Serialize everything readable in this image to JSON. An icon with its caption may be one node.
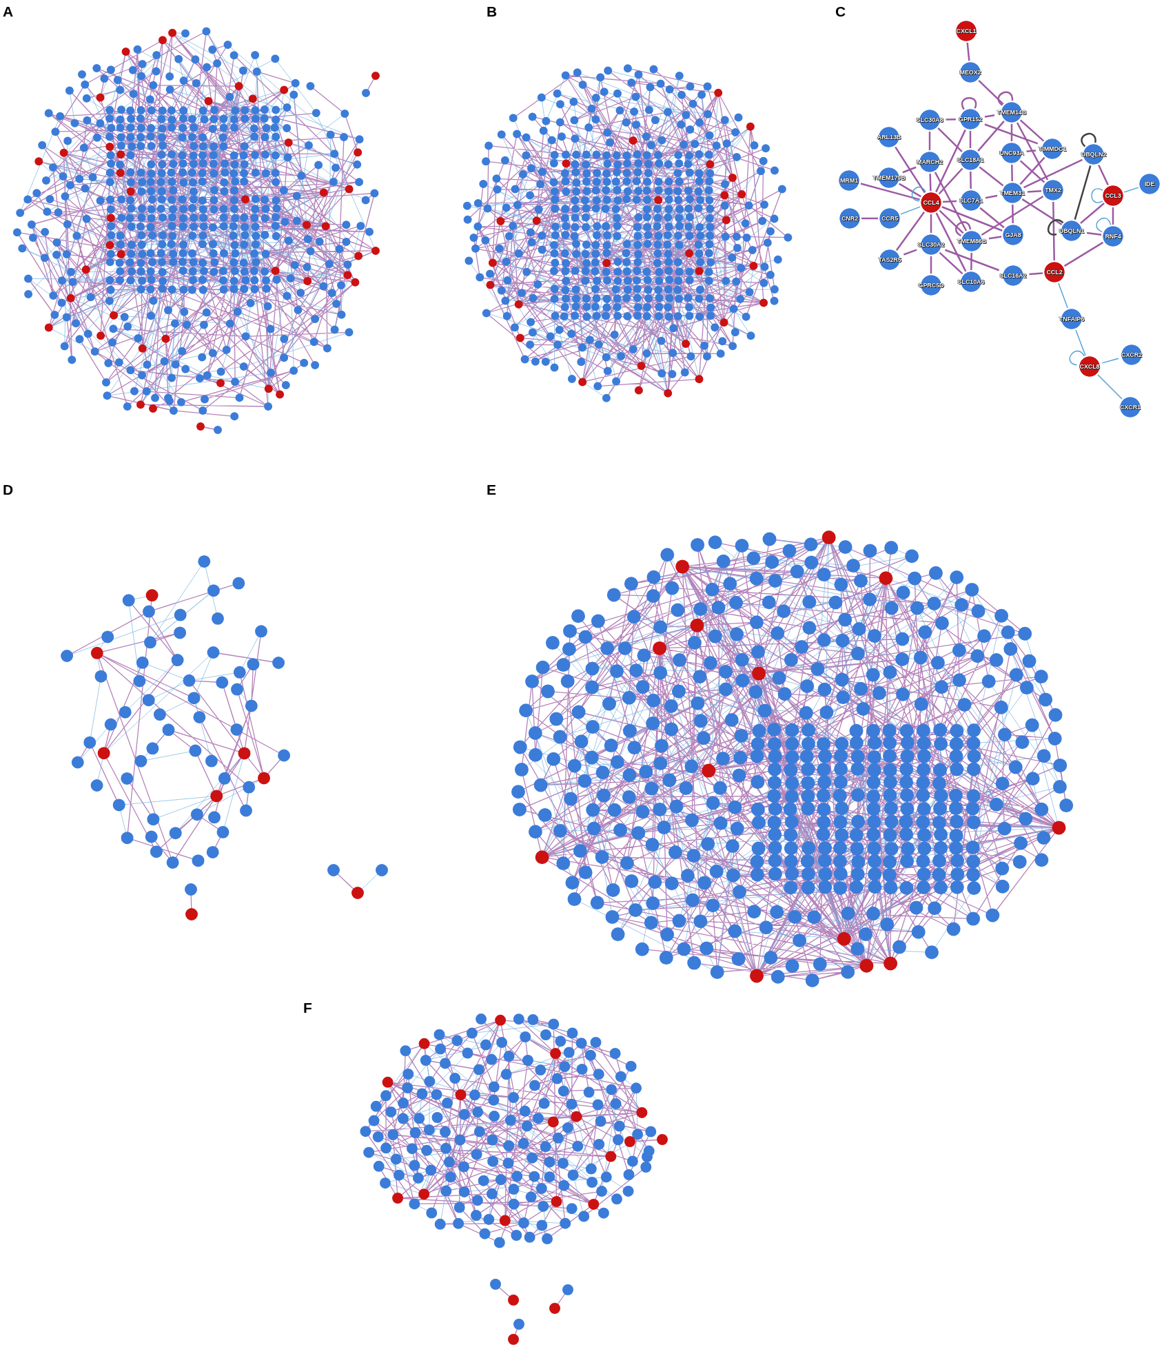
{
  "diagram": {
    "nodes": [
      {
        "text": [
          "CXCL1"
        ]
      },
      {
        "text": [
          "MEOX2"
        ]
      },
      {
        "text": [
          "TMEM14B"
        ]
      },
      {
        "text": [
          "SLC30A8"
        ]
      },
      {
        "text": [
          "GPR152"
        ]
      },
      {
        "text": [
          "ARL13B"
        ]
      },
      {
        "text": [
          "TIMMDC1"
        ]
      },
      {
        "text": [
          "UNC93A"
        ]
      },
      {
        "text": [
          "UBQLN2"
        ]
      },
      {
        "text": [
          "SLC18A1"
        ]
      },
      {
        "text": [
          "MARCH2"
        ]
      },
      {
        "text": [
          "MRM1"
        ]
      },
      {
        "text": [
          "TMEM179B"
        ]
      },
      {
        "text": [
          "IDE"
        ]
      },
      {
        "text": [
          "TMX2"
        ]
      },
      {
        "text": [
          "TMEM31"
        ]
      },
      {
        "text": [
          "CCL3"
        ]
      },
      {
        "text": [
          "SLC7A1"
        ]
      },
      {
        "text": [
          "CCL4"
        ]
      },
      {
        "text": [
          "CNR2"
        ]
      },
      {
        "text": [
          "CCR5"
        ]
      },
      {
        "text": [
          "UBQLN1"
        ]
      },
      {
        "text": [
          "GJA8"
        ]
      },
      {
        "text": [
          "RNF4"
        ]
      },
      {
        "text": [
          "TMEM86B"
        ]
      },
      {
        "text": [
          "SLC30A2"
        ]
      },
      {
        "text": [
          "TAS2R5"
        ]
      },
      {
        "text": [
          "CCL2"
        ]
      },
      {
        "text": [
          "SLC16A2"
        ]
      },
      {
        "text": [
          "SLC10A6"
        ]
      },
      {
        "text": [
          "GPRC5D"
        ]
      },
      {
        "text": [
          "TNFAIP6"
        ]
      },
      {
        "text": [
          "CXCR2"
        ]
      },
      {
        "text": [
          "CXCL8"
        ]
      },
      {
        "text": [
          "CXCR1"
        ]
      }
    ],
    "edges": [
      {
        "from": 0,
        "to": 1,
        "arrow": "none"
      },
      {
        "from": 1,
        "to": 2,
        "arrow": "none"
      },
      {
        "from": 4,
        "to": 2,
        "arrow": "none"
      },
      {
        "from": 3,
        "to": 4,
        "arrow": "none"
      },
      {
        "from": 3,
        "to": 10,
        "arrow": "none"
      },
      {
        "from": 3,
        "to": 9,
        "arrow": "none"
      },
      {
        "from": 4,
        "to": 9,
        "arrow": "none"
      },
      {
        "from": 4,
        "to": 6,
        "arrow": "none"
      },
      {
        "from": 4,
        "to": 18,
        "arrow": "none"
      },
      {
        "from": 2,
        "to": 7,
        "arrow": "none"
      },
      {
        "from": 2,
        "to": 6,
        "arrow": "none"
      },
      {
        "from": 2,
        "to": 14,
        "arrow": "none"
      },
      {
        "from": 2,
        "to": 9,
        "arrow": "none"
      },
      {
        "from": 7,
        "to": 6,
        "arrow": "none"
      },
      {
        "from": 7,
        "to": 15,
        "arrow": "none"
      },
      {
        "from": 7,
        "to": 14,
        "arrow": "none"
      },
      {
        "from": 6,
        "to": 15,
        "arrow": "none"
      },
      {
        "from": 8,
        "to": 15,
        "arrow": "none"
      },
      {
        "from": 8,
        "to": 21,
        "arrow": "none",
        "color": "#404040"
      },
      {
        "from": 8,
        "to": 16,
        "arrow": "none"
      },
      {
        "from": 16,
        "to": 13,
        "arrow": "none",
        "color": "#4a9fd8"
      },
      {
        "from": 16,
        "to": 21,
        "arrow": "none"
      },
      {
        "from": 16,
        "to": 23,
        "arrow": "none"
      },
      {
        "from": 5,
        "to": 18,
        "arrow": "none"
      },
      {
        "from": 10,
        "to": 18,
        "arrow": "none"
      },
      {
        "from": 10,
        "to": 12,
        "arrow": "none"
      },
      {
        "from": 10,
        "to": 24,
        "arrow": "none"
      },
      {
        "from": 11,
        "to": 18,
        "arrow": "none"
      },
      {
        "from": 12,
        "to": 18,
        "arrow": "none"
      },
      {
        "from": 19,
        "to": 20,
        "arrow": "none"
      },
      {
        "from": 20,
        "to": 18,
        "arrow": "none",
        "color": "#4a9fd8"
      },
      {
        "from": 18,
        "to": 17,
        "arrow": "none"
      },
      {
        "from": 18,
        "to": 9,
        "arrow": "none"
      },
      {
        "from": 18,
        "to": 25,
        "arrow": "none"
      },
      {
        "from": 18,
        "to": 26,
        "arrow": "none"
      },
      {
        "from": 18,
        "to": 29,
        "arrow": "none"
      },
      {
        "from": 18,
        "to": 24,
        "arrow": "none"
      },
      {
        "from": 18,
        "to": 22,
        "arrow": "none"
      },
      {
        "from": 9,
        "to": 17,
        "arrow": "none"
      },
      {
        "from": 9,
        "to": 15,
        "arrow": "none"
      },
      {
        "from": 17,
        "to": 15,
        "arrow": "none"
      },
      {
        "from": 17,
        "to": 22,
        "arrow": "none"
      },
      {
        "from": 15,
        "to": 14,
        "arrow": "none"
      },
      {
        "from": 15,
        "to": 22,
        "arrow": "none"
      },
      {
        "from": 15,
        "to": 21,
        "arrow": "none"
      },
      {
        "from": 14,
        "to": 27,
        "arrow": "none"
      },
      {
        "from": 14,
        "to": 24,
        "arrow": "none"
      },
      {
        "from": 21,
        "to": 23,
        "arrow": "none"
      },
      {
        "from": 27,
        "to": 23,
        "arrow": "none"
      },
      {
        "from": 27,
        "to": 28,
        "arrow": "none"
      },
      {
        "from": 25,
        "to": 28,
        "arrow": "none"
      },
      {
        "from": 25,
        "to": 30,
        "arrow": "none"
      },
      {
        "from": 25,
        "to": 26,
        "arrow": "none"
      },
      {
        "from": 25,
        "to": 29,
        "arrow": "none"
      },
      {
        "from": 24,
        "to": 29,
        "arrow": "none"
      },
      {
        "from": 24,
        "to": 22,
        "arrow": "none"
      },
      {
        "from": 27,
        "to": 31,
        "arrow": "none",
        "color": "#4a9fd8"
      },
      {
        "from": 31,
        "to": 33,
        "arrow": "none",
        "color": "#4a9fd8"
      },
      {
        "from": 33,
        "to": 32,
        "arrow": "none",
        "color": "#4a9fd8"
      },
      {
        "from": 33,
        "to": 34,
        "arrow": "none",
        "color": "#4a9fd8"
      },
      {
        "from": 4,
        "to": 4,
        "arrow": "none"
      },
      {
        "from": 2,
        "to": 2,
        "arrow": "none"
      },
      {
        "from": 8,
        "to": 8,
        "arrow": "none",
        "color": "#404040"
      },
      {
        "from": 16,
        "to": 16,
        "arrow": "none",
        "color": "#4a9fd8"
      },
      {
        "from": 18,
        "to": 18,
        "arrow": "none",
        "color": "#4a9fd8"
      },
      {
        "from": 21,
        "to": 21,
        "arrow": "none",
        "color": "#404040"
      },
      {
        "from": 23,
        "to": 23,
        "arrow": "none",
        "color": "#4a9fd8"
      },
      {
        "from": 33,
        "to": 33,
        "arrow": "none",
        "color": "#4a9fd8"
      },
      {
        "from": 24,
        "to": 24,
        "arrow": "none"
      }
    ],
    "labels": [
      "A",
      "B",
      "C",
      "D",
      "E",
      "F"
    ]
  }
}
